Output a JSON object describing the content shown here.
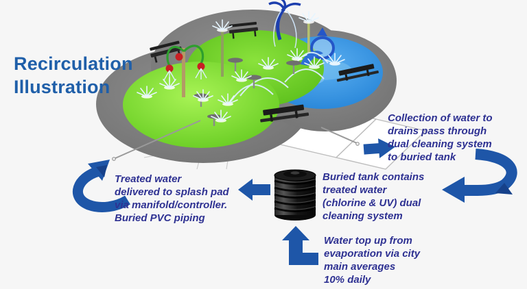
{
  "title": "Recirculation\nIllustration",
  "labels": {
    "collection": "Collection of water to\ndrains pass through\ndual cleaning system\nto buried tank",
    "treated": "Treated water\ndelivered to splash pad\nvia manifold/controller.\nBuried PVC piping",
    "buried_tank": "Buried tank contains\ntreated water\n(chlorine & UV) dual\ncleaning system",
    "top_up": "Water top up from\nevaporation via city\nmain averages\n10% daily"
  },
  "colors": {
    "background": "#f6f6f6",
    "title_text": "#1f5fa9",
    "label_text": "#2e3192",
    "arrow_blue": "#1e56a8",
    "concrete_gray": "#7f7f7f",
    "grass_light_green": "#8de53f",
    "grass_mid_green": "#6fd327",
    "pool_blue": "#2b8fe2",
    "tank_black": "#161616"
  }
}
